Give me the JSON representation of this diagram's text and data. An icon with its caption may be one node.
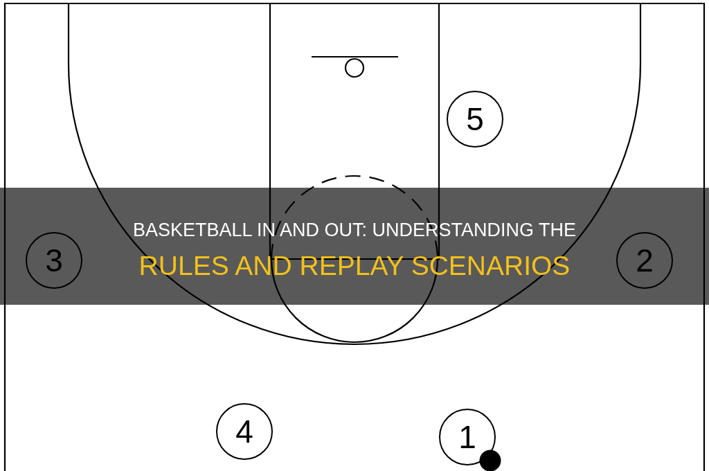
{
  "diagram": {
    "title": "BASKETBALL IN AND OUT: UNDERSTANDING THE RULES AND REPLAY SCENARIOS",
    "nodes": [
      {
        "text": [
          "5"
        ]
      },
      {
        "text": [
          "3"
        ]
      },
      {
        "text": [
          "2"
        ]
      },
      {
        "text": [
          "4"
        ]
      },
      {
        "text": [
          "1"
        ]
      }
    ]
  }
}
